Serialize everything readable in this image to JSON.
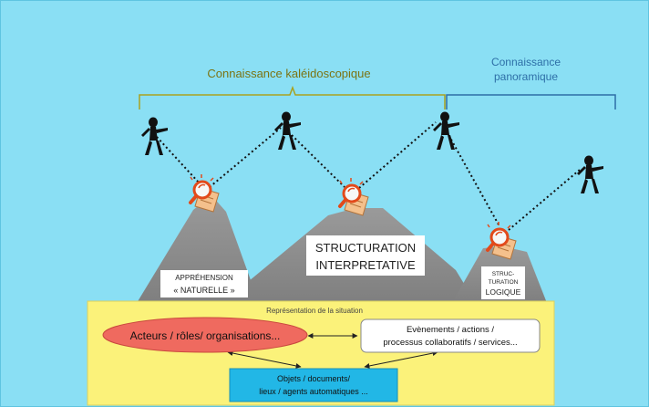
{
  "brackets": {
    "kaleidoscopic_label": "Connaissance kaléidoscopique",
    "panoramic_label_line1": "Connaissance",
    "panoramic_label_line2": "panoramique"
  },
  "mountains": {
    "left_label_line1": "APPRÉHENSION",
    "left_label_line2": "« NATURELLE »",
    "center_label_line1": "STRUCTURATION",
    "center_label_line2": "INTERPRETATIVE",
    "right_label_line1": "STRUC-",
    "right_label_line2": "TURATION",
    "right_label_line3": "LOGIQUE"
  },
  "situation": {
    "title": "Représentation de la situation",
    "actors": "Acteurs / rôles/ organisations...",
    "events_line1": "Evènements / actions /",
    "events_line2": "processus collaboratifs / services...",
    "objects_line1": "Objets / documents/",
    "objects_line2": "lieux / agents automatiques ..."
  },
  "colors": {
    "background": "#8adff4",
    "bracket_green": "#a9a21e",
    "bracket_blue": "#2e6fa7",
    "mountain": "#8f8f8f",
    "situation_box": "#fbf27a",
    "actors_ellipse": "#ef6a5f",
    "objects_box": "#22b7e6"
  },
  "icons": [
    "person-silhouette-icon",
    "magnifier-document-icon"
  ]
}
